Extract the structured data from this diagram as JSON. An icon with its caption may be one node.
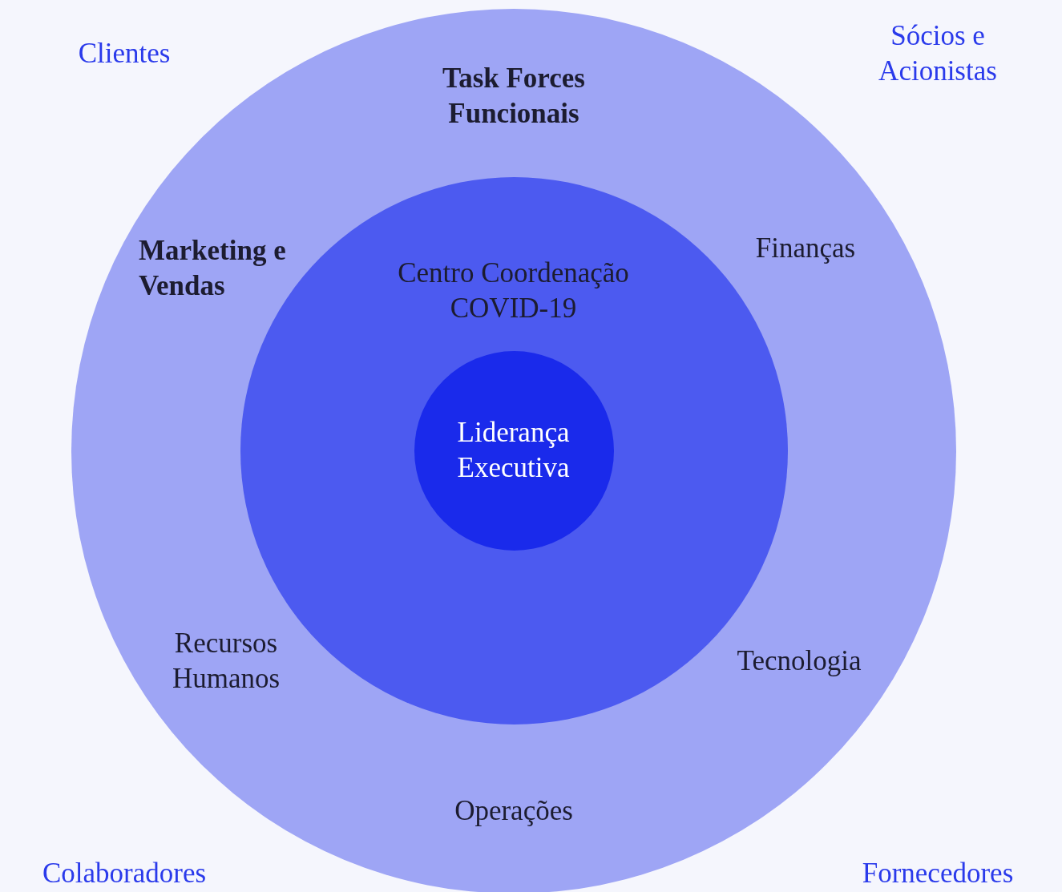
{
  "diagram": {
    "nodes": [
      {
        "text": [
          "Task Forces Funcionais",
          "Marketing e Vendas",
          "Finanças",
          "Recursos Humanos",
          "Tecnologia",
          "Operações"
        ]
      },
      {
        "text": [
          "Centro Coordenação COVID-19"
        ],
        "in": 0
      },
      {
        "text": [
          "Liderança Executiva"
        ],
        "in": 1
      }
    ],
    "labels": [
      "Clientes",
      "Sócios e Acionistas",
      "Colaboradores",
      "Fornecedores"
    ]
  }
}
